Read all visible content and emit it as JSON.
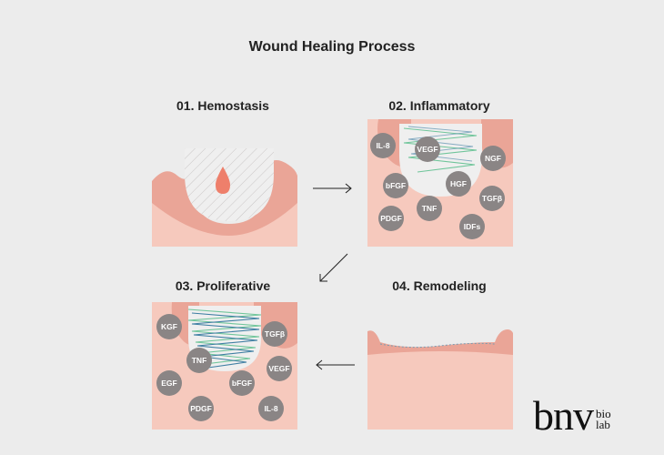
{
  "title": "Wound Healing Process",
  "stages": [
    {
      "label": "01. Hemostasis",
      "cells": []
    },
    {
      "label": "02. Inflammatory",
      "cells": [
        "IL-8",
        "VEGF",
        "NGF",
        "bFGF",
        "HGF",
        "TGFβ",
        "PDGF",
        "TNF",
        "IDFs"
      ]
    },
    {
      "label": "03. Proliferative",
      "cells": [
        "KGF",
        "TGFβ",
        "TNF",
        "VEGF",
        "EGF",
        "bFGF",
        "PDGF",
        "IL-8"
      ]
    },
    {
      "label": "04. Remodeling",
      "cells": []
    }
  ],
  "logo": {
    "main": "bnv",
    "sub_top": "bio",
    "sub_bottom": "lab"
  },
  "colors": {
    "skin_light": "#f6c9bd",
    "skin_dark": "#eaa597",
    "blood": "#ee7f6b",
    "cell": "#8a8585",
    "fiber_green": "#6fc59a",
    "fiber_blue": "#3f7fa3"
  }
}
